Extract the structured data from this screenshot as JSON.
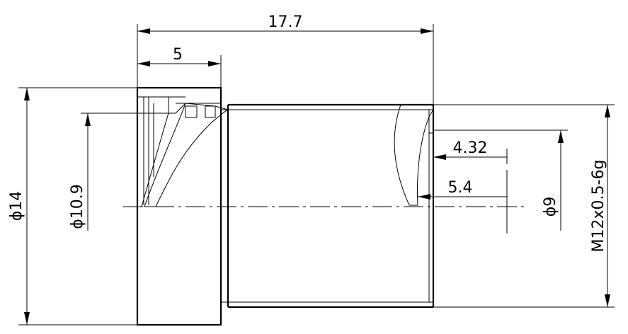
{
  "dimensions": {
    "overall_length": "17.7",
    "head_length": "5",
    "head_diameter": "ϕ14",
    "inner_diameter": "ϕ10.9",
    "bore_diameter": "ϕ9",
    "thread_spec": "M12x0.5-6g",
    "bore_depth_a": "4.32",
    "bore_depth_b": "5.4"
  },
  "colors": {
    "line": "#000000",
    "background": "#ffffff"
  }
}
